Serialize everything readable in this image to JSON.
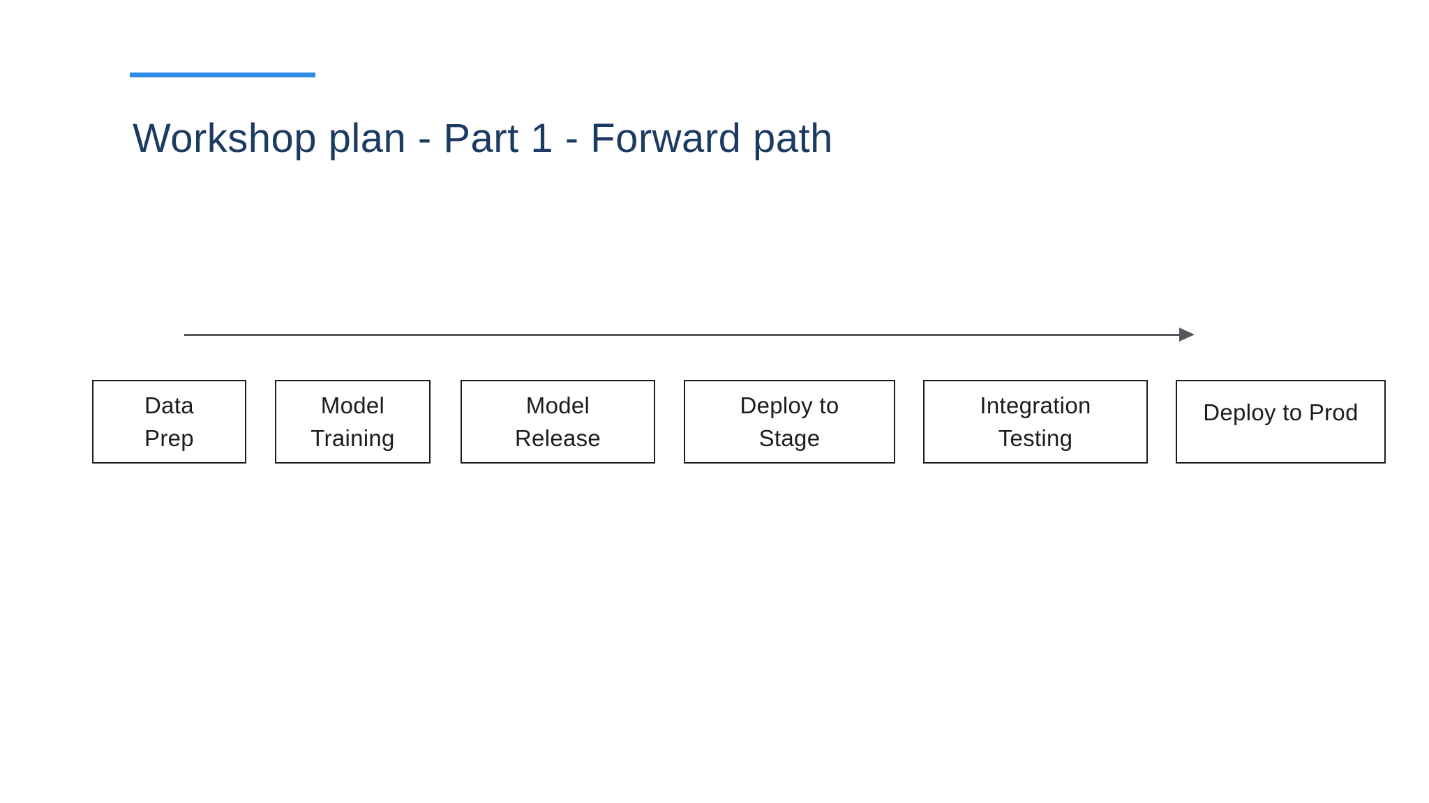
{
  "slide": {
    "title": "Workshop plan - Part 1 - Forward path",
    "colors": {
      "accent_bar": "#2e8be6",
      "title_text": "#1d3a63",
      "arrow": "#56555b",
      "box_border": "#1b1b1b",
      "box_text": "#1c1c1c",
      "background": "#ffffff"
    },
    "arrow": {
      "direction": "right"
    },
    "steps": [
      {
        "label": "Data\nPrep"
      },
      {
        "label": "Model\nTraining"
      },
      {
        "label": "Model\nRelease"
      },
      {
        "label": "Deploy to\nStage"
      },
      {
        "label": "Integration\nTesting"
      },
      {
        "label": "Deploy to Prod"
      }
    ]
  }
}
